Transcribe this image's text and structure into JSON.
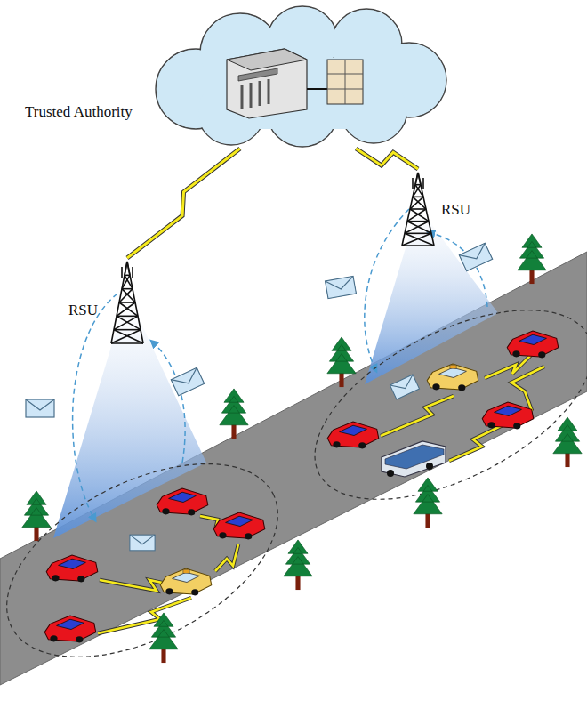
{
  "diagram": {
    "nodes": [
      {
        "text": [
          "Trusted Authority"
        ]
      },
      {
        "text": [
          "RSU"
        ]
      },
      {
        "text": [
          "RSU"
        ]
      }
    ],
    "edges": [
      {
        "from": 0,
        "to": 1,
        "arrow": "none"
      },
      {
        "from": 0,
        "to": 2,
        "arrow": "none"
      }
    ]
  }
}
